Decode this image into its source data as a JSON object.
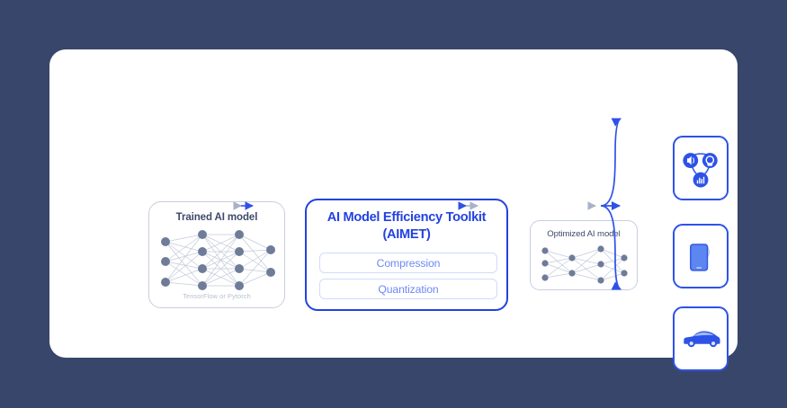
{
  "canvas": {
    "background_color": "#39466B",
    "card_color": "#FFFFFF"
  },
  "theme": {
    "brand_blue": "#2342E0",
    "accent_blue": "#2E52E8",
    "light_blue": "#6B8AF5",
    "sub_border": "#CFDBFB",
    "slate": "#3E4A6B",
    "node_gray": "#6E7C99",
    "muted": "#B8BFCE",
    "box_border": "#C8CEDC",
    "arrow_gray": "#A9B2C6"
  },
  "diagram": {
    "type": "flow",
    "title": "AI Model Efficiency Toolkit workflow",
    "nodes": [
      {
        "id": "trained-model",
        "label": "Trained AI model",
        "caption": "TensorFlow or Pytorch",
        "network": {
          "layers": [
            3,
            4,
            4,
            2
          ]
        }
      },
      {
        "id": "aimet",
        "label": "AI Model Efficiency Toolkit",
        "label_line2": "(AIMET)",
        "features": [
          {
            "id": "compression",
            "label": "Compression"
          },
          {
            "id": "quantization",
            "label": "Quantization"
          }
        ]
      },
      {
        "id": "optimized-model",
        "label": "Optimized AI model",
        "network": {
          "layers": [
            3,
            2,
            3,
            2
          ]
        }
      }
    ],
    "targets": [
      {
        "id": "iot",
        "icon": "iot-devices-icon",
        "sub_icons": [
          "speaker-icon",
          "camera-icon",
          "waveform-icon"
        ]
      },
      {
        "id": "phone",
        "icon": "smartphone-icon"
      },
      {
        "id": "car",
        "icon": "car-icon"
      }
    ],
    "edges": [
      {
        "from": "trained-model",
        "to": "aimet",
        "style": "straight-arrow"
      },
      {
        "from": "aimet",
        "to": "optimized-model",
        "style": "straight-arrow"
      },
      {
        "from": "optimized-model",
        "to": "iot",
        "style": "curved-arrow"
      },
      {
        "from": "optimized-model",
        "to": "phone",
        "style": "straight-arrow"
      },
      {
        "from": "optimized-model",
        "to": "car",
        "style": "curved-arrow"
      }
    ]
  }
}
